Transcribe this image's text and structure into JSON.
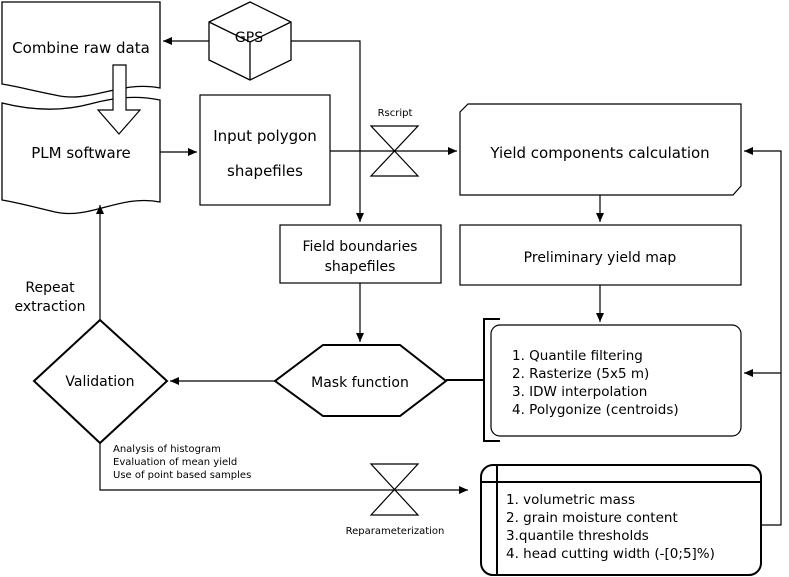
{
  "nodes": {
    "combine_raw_data": "Combine raw data",
    "gps": "GPS",
    "plm_software": "PLM software",
    "input_polygon_line1": "Input polygon",
    "input_polygon_line2": "shapefiles",
    "rscript": "Rscript",
    "yield_components": "Yield components calculation",
    "field_boundaries_line1": "Field boundaries",
    "field_boundaries_line2": "shapefiles",
    "preliminary_yield_map": "Preliminary yield map",
    "repeat_line1": "Repeat",
    "repeat_line2": "extraction",
    "validation": "Validation",
    "mask_function": "Mask function",
    "processing_steps": [
      "1. Quantile filtering",
      "2. Rasterize (5x5 m)",
      "3. IDW interpolation",
      "4. Polygonize (centroids)"
    ],
    "validation_notes": [
      "Analysis of histogram",
      "Evaluation of mean yield",
      "Use of point based samples"
    ],
    "reparameterization": "Reparameterization",
    "parameters": [
      "1. volumetric mass",
      "2. grain moisture content",
      "3.quantile thresholds",
      "4. head cutting width (-[0;5]%)"
    ]
  }
}
